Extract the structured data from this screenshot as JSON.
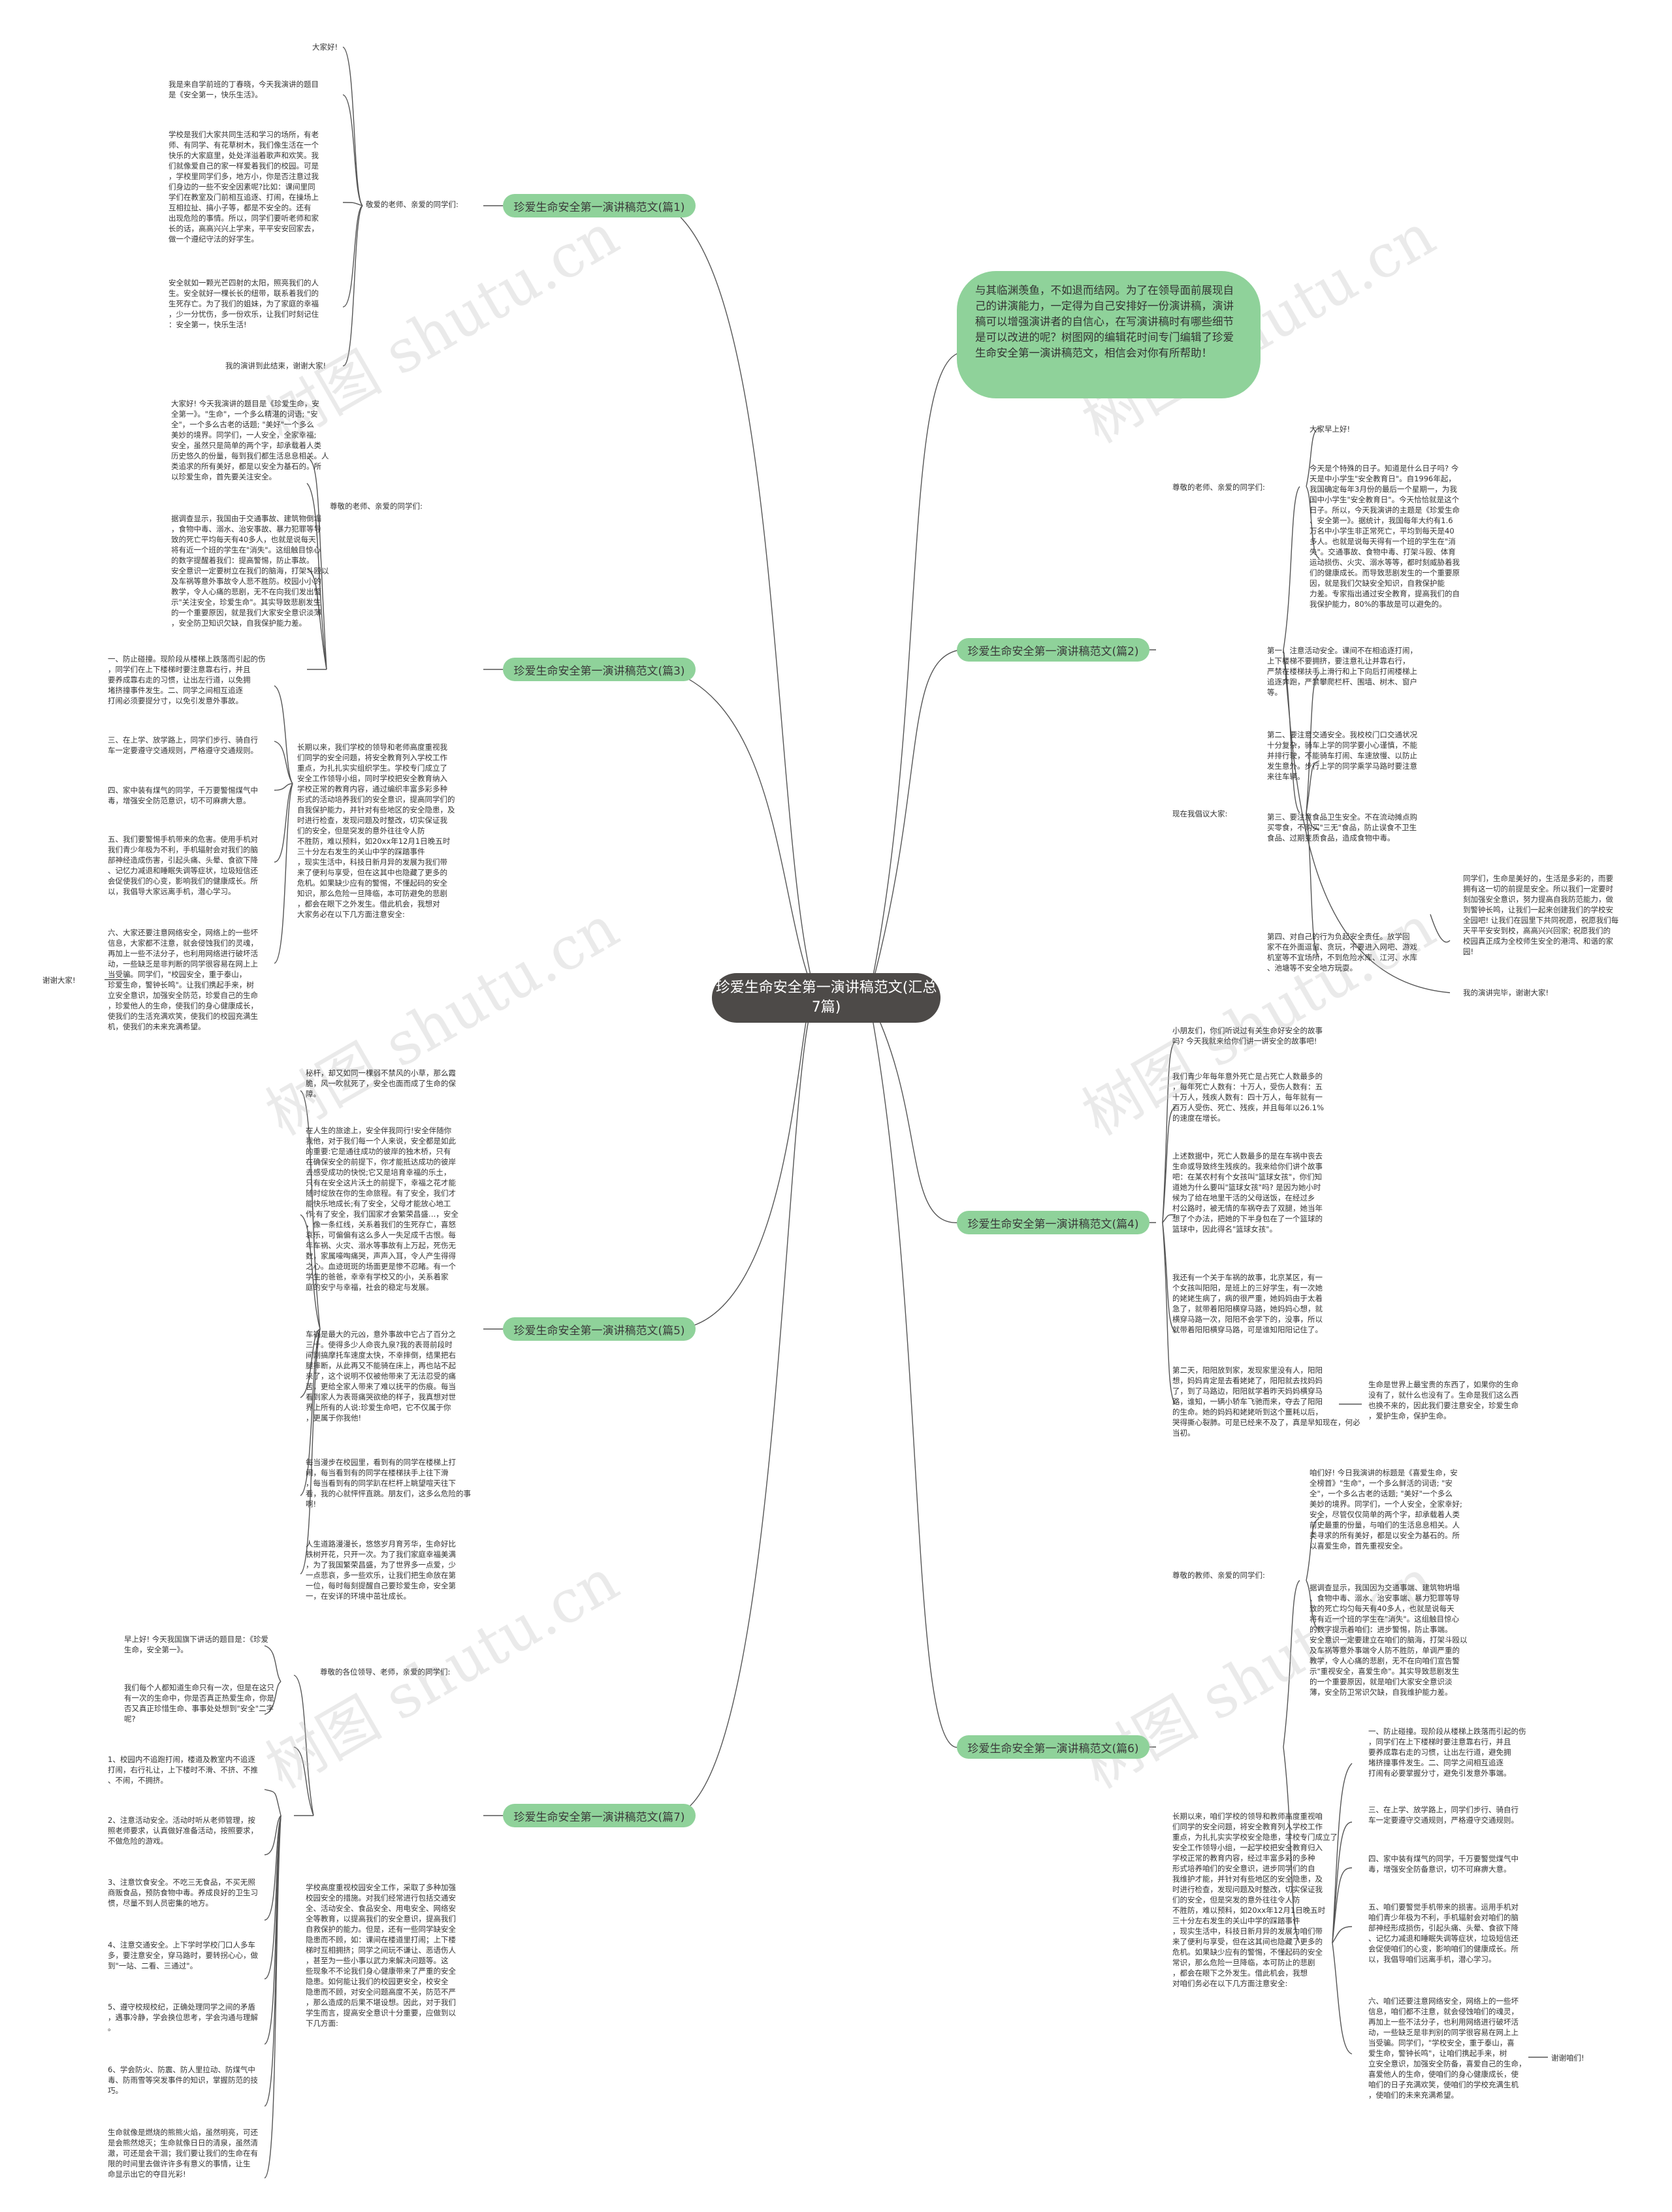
{
  "root": "珍爱生命安全第一演讲稿范文(汇总7篇)",
  "intro": "与其临渊羡鱼，不如退而结网。为了在领导面前展现自己的讲演能力，一定得为自己安排好一份演讲稿，演讲稿可以增强演讲者的自信心，在写演讲稿时有哪些细节是可以改进的呢？树图网的编辑花时间专门编辑了珍爱生命安全第一演讲稿范文，相信会对你有所帮助！",
  "watermark": "树图 shutu.cn",
  "branches": {
    "p1": "珍爱生命安全第一演讲稿范文(篇1)",
    "p2": "珍爱生命安全第一演讲稿范文(篇2)",
    "p3": "珍爱生命安全第一演讲稿范文(篇3)",
    "p4": "珍爱生命安全第一演讲稿范文(篇4)",
    "p5": "珍爱生命安全第一演讲稿范文(篇5)",
    "p6": "珍爱生命安全第一演讲稿范文(篇6)",
    "p7": "珍爱生命安全第一演讲稿范文(篇7)"
  },
  "p1": {
    "hub": "敬爱的老师、亲爱的同学们:",
    "t1": "大家好!",
    "t2": "我是来自学前班的丁春晓，今天我演讲的题目\n是《安全第一，快乐生活》。",
    "t3": "学校是我们大家共同生活和学习的场所，有老\n师、有同学、有花草树木，我们像生活在一个\n快乐的大家庭里，处处洋溢着歌声和欢笑。我\n们就像爱自己的家一样爱着我们的校园。可是\n，学校里同学们多，地方小，你是否注意过我\n们身边的一些不安全因素呢?比如：课间里同\n学们在教室及门前相互追逐、打闹，在操场上\n互相拉扯、搞小子等，都是不安全的。还有\n出现危险的事情。所以，同学们要听老师和家\n长的话，高高兴兴上学来，平平安安回家去，\n做一个遵纪守法的好学生。",
    "t4": "安全就如一颗光芒四射的太阳，照亮我们的人\n生。安全就好一棵长长的纽带，联系着我们的\n生死存亡。为了我们的姐妹，为了家庭的幸福\n，少一分忧伤，多一份欢乐，让我们时刻记住\n：安全第一，快乐生活!",
    "t5": "我的演讲到此结束，谢谢大家!"
  },
  "p2": {
    "hub1": "尊敬的老师、亲爱的同学们:",
    "t1": "大家早上好!",
    "t2": "今天是个特殊的日子。知道是什么日子吗? 今\n天是中小学生\"安全教育日\"。自1996年起，\n我国确定每年3月份的最后一个星期一，为我\n国中小学生\"安全教育日\"。今天恰恰就是这个\n日子。所以，今天我演讲的主题是《珍爱生命\n、安全第一》。据统计，我国每年大约有1.6\n万名中小学生非正常死亡，平均到每天是40\n多人。也就是说每天得有一个班的学生在\"消\n失\"。交通事故、食物中毒、打架斗殴、体育\n运动损伤、火灾、溺水等等，都时刻威胁着我\n们的健康成长。而导致悲剧发生的一个重要原\n因，就是我们欠缺安全知识，自救保护能\n力差。专家指出通过安全教育，提高我们的自\n我保护能力，80%的事故是可以避免的。",
    "hub2": "现在我倡议大家:",
    "s1": "第一、注意活动安全。课间不在相追逐打闹，\n上下楼梯不要拥挤，要注意礼让并靠右行，\n严禁在楼梯扶手上滑行和上下向后打闹楼梯上\n追逐奔跑，严禁攀爬栏杆、围墙、树木、窗户\n等。",
    "s2": "第二、要注意交通安全。我校校门口交通状况\n十分复杂，骑车上学的同学要小心谨慎，不能\n并排行驶，不能骑车打闹、车速放慢、以防止\n发生意外。步行上学的同学乘学马路时要注意\n来往车辆。",
    "s3": "第三、要注意食品卫生安全。不在流动摊点购\n买零食，不购买\"三无\"食品，防止误食不卫生\n食品、过期变质食品，造成食物中毒。",
    "s4": "第四、对自己的行为负起安全责任。放学回\n家不在外面逗留、贪玩，不要进入网吧、游戏\n机室等不宜场所，不到危险水库、江河、水库\n、池塘等不安全地方玩耍。",
    "side": "同学们，生命是美好的，生活是多彩的，而要\n拥有这一切的前提是安全。所以我们一定要时\n刻加强安全意识，努力提高自我防范能力，做\n到警钟长鸣，让我们一起来创建我们的学校安\n全园吧! 让我们在园里下共同祝愿，祝愿我们每\n天平平安安到校，高高兴兴回家; 祝愿我们的\n校园真正成为全校师生安全的港湾、和谐的家\n园!",
    "end": "我的演讲完毕，谢谢大家!"
  },
  "p3": {
    "hub": "尊敬的老师、亲爱的同学们:",
    "t1": "大家好! 今天我演讲的题目是《珍爱生命，安\n全第一》。\"生命\"，一个多么精湛的词语; \"安\n全\"，一个多么古老的话题; \"美好\"一个多么\n美妙的境界。同学们，一人安全，全家幸福;\n安全，虽然只是简单的两个字，却承载着人类\n历史悠久的份量，每到我们都生活息息相关。人\n类追求的所有美好，都是以安全为基石的。所\n以珍爱生命，首先要关注安全。",
    "t2": "据调查显示，我国由于交通事故、建筑物倒塌\n，食物中毒、溺水、治安事故、暴力犯罪等导\n致的死亡平均每天有40多人，也就是说每天\n将有近一个班的学生在\"消失\"。这组触目惊心\n的数字提醒着我们：提高警惕，防止事故。\n安全意识一定要树立在我们的脑海，打架斗殴以\n及车祸等意外事故令人悲不胜防。校园小小的\n教学，令人心痛的悲剧，无不在向我们发出警\n示\"关注安全，珍爱生命\"。其实导致悲剧发生\n的一个重要原因，就是我们大家安全意识淡薄\n，安全防卫知识欠缺，自我保护能力差。",
    "long": "长期以来，我们学校的领导和老师高度重视我\n们同学的安全问题，将安全教育列入学校工作\n重点，为扎扎实实组织学生。学校专门成立了\n安全工作领导小组，同时学校把安全教育纳入\n学校正常的教育内容，通过编织丰富多彩多种\n形式的活动培养我们的安全意识，提高同学们的\n自我保护能力，并针对有些地区的安全隐患，及\n时进行检查，发现问题及时整改，切实保证我\n们的安全，但是突发的意外往往令人防\n不胜防，难以预料，如20xx年12月1日晚五时\n三十分左右发生的关山中学的踩踏事件\n，现实生活中，科技日新月异的发展为我们带\n来了便利与享受，但在这其中也隐藏了更多的\n危机。如果缺少应有的警惕，不懂起码的安全\n知识，那么危险一旦降临，本可防避免的悲剧\n，都会在眼下之外发生。借此机会，我想对\n大家务必在以下几方面注意安全:",
    "s1": "一、防止碰撞。现阶段从楼梯上跌落而引起的伤\n，同学们在上下楼梯时要注意靠右行，并且\n要养成靠右走的习惯，让出左行道，以免拥\n堵挤撞事件发生。二、同学之间相互追逐\n打闹必须要提分寸，以免引发意外事故。",
    "s2": "三、在上学、放学路上，同学们步行、骑自行\n车一定要遵守交通规则，严格遵守交通规则。",
    "s3": "四、家中装有煤气的同学，千万要警惕煤气中\n毒，增强安全防范意识，切不可麻痹大意。",
    "s4": "五、我们要警惕手机带来的危害。使用手机对\n我们青少年极为不利，手机辐射会对我们的脑\n部神经造成伤害，引起头痛、头晕、食欲下降\n、记忆力减退和睡眠失调等症状，垃圾短信还\n会促使我们的心变，影响我们的健康成长。所\n以，我倡导大家远离手机，潜心学习。",
    "s5": "六、大家还要注意网络安全，网络上的一些坏\n信息，大家都不注意，就会侵蚀我们的灵魂，\n再加上一些不法分子，也利用网络进行破坏活\n动，一些缺乏是非判断的同学很容易在网上上\n当受骗。同学们，\"校园安全，重于泰山，\n珍爱生命，警钟长鸣\"。让我们携起手来，树\n立安全意识，加强安全防范，珍爱自己的生命\n，珍爱他人的生命，使我们的身心健康成长，\n使我们的生活充满欢笑，使我们的校园充满生\n机，使我们的未来充满希望。",
    "end": "谢谢大家!"
  },
  "p4": {
    "t1": "小朋友们，你们听说过有关生命好安全的故事\n吗? 今天我就来给你们讲一讲安全的故事吧!",
    "t2": "我们青少年每年意外死亡是占死亡人数最多的\n，每年死亡人数有：十万人，受伤人数有：五\n十万人，残疾人数有：四十万人，每年就有一\n百万人受伤、死亡、残疾，并且每年以26.1%\n的速度在增长。",
    "t3": "上述数据中，死亡人数最多的是在车祸中丧去\n生命或导致终生残疾的。我来给你们讲个故事\n吧：在某农村有个女孩叫\"篮球女孩\"，你们知\n道她为什么要叫\"篮球女孩\"吗? 是因为她小时\n候为了给在地里干活的父母送饭，在经过乡\n村公路时，被无情的车祸夺去了双腿，她当年\n想了个办法，把她的下半身包在了一个篮球的\n篮球中，因此得名\"篮球女孩\"。",
    "t4": "我还有一个关于车祸的故事，北京某区，有一\n个女孩叫阳阳，是班上的三好学生，有一次她\n的姥姥生病了，病的很严重，她妈妈由于太着\n急了，就带着阳阳横穿马路，她妈妈心想，就\n横穿马路一次，阳阳不会学下的，没事，所以\n就带着阳阳横穿马路，可是谁知阳阳记住了。",
    "t5": "第二天，阳阳放到家，发现家里没有人，阳阳\n想，妈妈肯定是去看姥姥了，阳阳就去找妈妈\n了，到了马路边，阳阳就学着昨天妈妈横穿马\n路，谁知，一辆小轿车飞驰而来，夺去了阳阳\n的生命。她的妈妈和姥姥听到这个噩耗以后，\n哭得撕心裂肺。可是已经来不及了，真是早知现在，何必\n当初。",
    "side": "生命是世界上最宝贵的东西了，如果你的生命\n没有了，就什么也没有了。生命是我们这么西\n也换不来的，因此我们要注意安全，珍爱生命\n，爱护生命，保护生命。"
  },
  "p5": {
    "t1": "秘杆，却又如同一棵弱不禁风的小草，那么霞\n脆，风一吹就死了，安全也面而成了生命的保\n障。",
    "t2": "在人生的旅途上，安全伴我同行!安全伴随你\n我他，对于我们每一个人来说，安全都是如此\n的重要:它是通往成功的彼岸的独木桥，只有\n在确保安全的前提下，你才能抵达成功的彼岸\n去感受成功的快悦;它又是培育幸福的乐土，\n只有在安全这片沃土的前提下，幸福之花才能\n随时绽放在你的生命旅程。有了安全，我们才\n能快乐地成长;有了安全，父母才能放心地工\n作;有了安全，我们国家才会繁荣昌盛…，安全\n，像一条红线，关系着我们的生死存亡，喜怒\n哀乐，可偏偏有这么多人一失足成千古恨。每\n年车祸、火灾、溺水等事故有上万起，死伤无\n数，家属嚎啕痛哭，声声入耳，令人产生得得\n之心。血迹斑斑的场面更是惨不忍睹。有一个\n学生的爸爸，幸幸有学校又的小，关系着家\n庭的安宁与幸福，社会的稳定与发展。",
    "t3": "车祸是最大的元凶，意外事故中它占了百分之\n三十。使得多少人命丧九泉?我的表哥前段时\n间刚搞摩托车速度太快，不幸摔倒，结果把右\n腿摔断，从此再又不能骑在床上，再也站不起\n来了，这个说明不仅被他带来了无法忍受的痛\n苦，更给全家人带来了难以抚平的伤痕。每当\n看到家人为表哥痛哭欲绝的样子，我真想对世\n界上所有的人说:珍爱生命吧，它不仅属于你\n，更属于你我他!",
    "t4": "每当漫步在校园里，看到有的同学在楼梯上打\n闹，每当看到有的同学在楼梯扶手上往下滑\n，每当看到有的同学趴在栏杆上眺望喧天往下\n看，我的心就怦怦直跳。朋友们，这多么危险的事\n啊!",
    "t5": "人生道路漫漫长，悠悠岁月育芳华，生命好比\n铁树开花，只开一次。为了我们家庭幸福美满\n，为了我国繁荣昌盛，为了世界多一点爱，少\n一点悲哀，多一些欢乐，让我们把生命放在第\n一位，每时每刻提醒自己要珍爱生命，安全第\n一，在安详的环境中茁壮成长。"
  },
  "p6": {
    "hub": "尊敬的教师、亲爱的同学们:",
    "t1": "咱们好! 今日我演讲的标题是《喜爱生命，安\n全榜首》\"生命\"，一个多么鲜活的词语; \"安\n全\"，一个多么古老的话题; \"美好\"一个多么\n美妙的境界。同学们，一个人安全，全家幸好;\n安全，尽管仅仅简单的两个字，却承载着人类\n前史最重的份量，与咱们的生活息息相关。人\n类寻求的所有美好，都是以安全为基石的。所\n以喜爱生命，首先重视安全。",
    "t2": "据调查显示，我国因为交通事端、建筑物坍塌\n、食物中毒、溺水、治安事端、暴力犯罪等导\n致的死亡均匀每天有40多人，也就是说每天\n将有近一个班的学生在\"消失\"。这组触目惊心\n的数字提示着咱们：进步警惕，防止事端。\n安全意识一定要建立在咱们的脑海，打架斗殴以\n及车祸等意外事端令人防不胜防，单调严重的\n教学，令人心痛的悲剧，无不在向咱们宣告警\n示\"重视安全，喜爱生命\"。其实导致悲剧发生\n的一个重要原因，就是咱们大家安全意识淡\n薄，安全防卫常识欠缺，自我维护能力差。",
    "long": "长期以来，咱们学校的领导和教师高度重视咱\n们同学的安全问题，将安全教育列入学校工作\n重点，为扎扎实实学校安全隐患，学校专门成立了\n安全工作领导小组，一起学校把安全教育归入\n学校正常的教育内容，经过丰富多彩的多种\n形式培养咱们的安全意识，进步同学们的自\n我维护才能，并针对有些地区的安全隐患，及\n时进行检查，发现问题及时整改，切实保证我\n们的安全，但是突发的意外往往令人防\n不胜防，难以预料，如20xx年12月1日晚五时\n三十分左右发生的关山中学的踩踏事件\n，现实生活中，科技日新月异的发展为咱们带\n来了便利与享受，但在这其间也隐藏了更多的\n危机。如果缺少应有的警惕，不懂起码的安全\n常识，那么危险一旦降临，本可防止的悲剧\n，都会在眼下之外发生。借此机会，我想\n对咱们务必在以下几方面注意安全:",
    "s1": "一、防止碰撞。现阶段从楼梯上跌落而引起的伤\n，同学们在上下楼梯时要注意靠右行，并且\n要养成靠右走的习惯，让出左行道，避免拥\n堵挤撞事件发生。二、同学之间相互追逐\n打闹有必要掌握分寸，避免引发意外事端。",
    "s2": "三、在上学、放学路上，同学们步行、骑自行\n车一定要遵守交通规则，严格遵守交通规则。",
    "s3": "四、家中装有煤气的同学，千万要警觉煤气中\n毒，增强安全防备意识，切不可麻痹大意。",
    "s4": "五、咱们要警觉手机带来的损害。运用手机对\n咱们青少年极为不利，手机辐射会对咱们的脑\n部神经形成损伤，引起头痛、头晕、食欲下降\n、记忆力减退和睡眠失调等症状，垃圾短信还\n会促使咱们的心变，影响咱们的健康成长。所\n以，我倡导咱们远离手机，潜心学习。",
    "s5": "六、咱们还要注意网络安全，网络上的一些坏\n信息，咱们都不注意，就会侵蚀咱们的魂灵，\n再加上一些不法分子，也利用网络进行破坏活\n动，一些缺乏是非判别的同学很容易在网上上\n当受骗。同学们，\"学校安全，重于泰山，喜\n爱生命，警钟长鸣\"，让咱们携起手来，树\n立安全意识，加强安全防备，喜爱自己的生命，\n喜爱他人的生命，使咱们的身心健康成长，使\n咱们的日子充满欢笑，使咱们的学校充满生机\n，使咱们的未来充满希望。",
    "end": "谢谢咱们!"
  },
  "p7": {
    "hub": "尊敬的各位领导、老师，亲爱的同学们:",
    "t1": "早上好! 今天我国旗下讲话的题目是：《珍爱\n生命，安全第一》。",
    "t2": "我们每个人都知道生命只有一次，但是在这只\n有一次的生命中，你是否真正热爱生命，你是\n否又真正珍惜生命、事事处处想到\"安全\"二字\n呢?",
    "t3": "1、校园内不追跑打闹，楼道及教室内不追逐\n打闹，右行礼让，上下楼时不滑、不挤、不推\n、不闹，不拥挤。",
    "t4": "2、注意活动安全。活动时听从老师管理，按\n照老师要求，认真做好准备活动，按照要求，\n不做危险的游戏。",
    "t5": "3、注意饮食安全。不吃三无食品，不买无照\n商贩食品，预防食物中毒。养成良好的卫生习\n惯，尽量不到人员密集的地方。",
    "t6": "4、注意交通安全。上下学时学校门口人多车\n多，要注意安全，穿马路时，要转拐心心，做\n到\"一站、二看、三通过\"。",
    "t7": "5、遵守校规校纪，正确处理同学之间的矛盾\n，遇事冷静，学会换位思考，学会沟通与理解\n。",
    "t8": "6、学会防火、防震、防人里拉动、防煤气中\n毒、防雨雪等突发事件的知识，掌握防范的技\n巧。",
    "t9": "生命就像是燃烧的熊熊火焰，虽然明亮，可还\n是会熊然熄灭；生命就像日日的清泉，虽然清\n澈，可还是会干涸；我们要让我们的生命在有\n限的时间里去做许许多有意义的事情，让生\n命显示出它的夺目光彩!",
    "long": "学校高度重视校园安全工作，采取了多种加强\n校园安全的措施。对我们经常进行包括交通安\n全、活动安全、食品安全、用电安全、网络安\n全等教育，以提高我们的安全意识，提高我们\n自救保护的能力。但是，还有一些同学缺安全\n隐患而不顾，如：课间在楼道里打闹；上下楼\n梯时互相拥挤；同学之间玩不谦让、恶语伤人\n，甚至为一些小事以武力来解决问题等。这\n些现象不不论我们身心健康带来了严重的安全\n隐患。如何能让我们的校园更安全，校安全\n隐患而不顾，对安全问题高度不关，防范不严\n，那么造成的后果不堪设想。因此，对于我们\n学生而言，提高安全意识十分重要，应做到以\n下几方面:"
  }
}
